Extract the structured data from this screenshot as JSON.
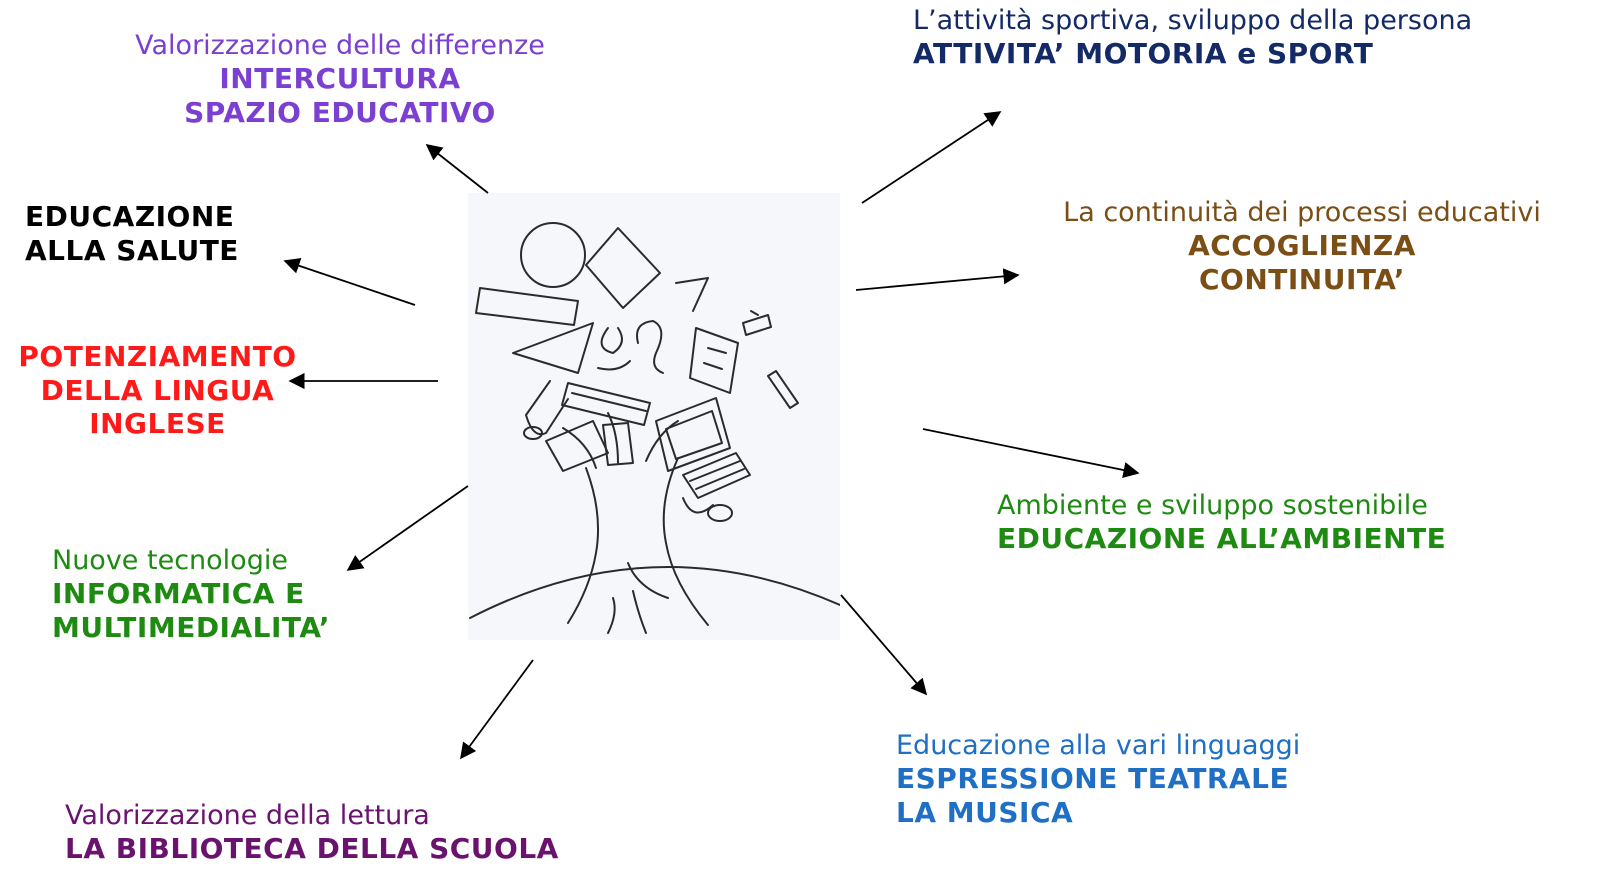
{
  "nodes": {
    "intercultura": {
      "subtitle": "Valorizzazione delle differenze",
      "lines": [
        "INTERCULTURA",
        "SPAZIO EDUCATIVO"
      ],
      "color": "#7b3fd1"
    },
    "salute": {
      "lines": [
        "EDUCAZIONE",
        "ALLA SALUTE"
      ],
      "color": "#000000"
    },
    "inglese": {
      "lines": [
        "POTENZIAMENTO",
        "DELLA LINGUA",
        "INGLESE"
      ],
      "color": "#ff1a1a"
    },
    "informatica": {
      "subtitle": "Nuove tecnologie",
      "lines": [
        "INFORMATICA E",
        "MULTIMEDIALITA’"
      ],
      "color": "#1e8a12"
    },
    "biblioteca": {
      "subtitle": "Valorizzazione della lettura",
      "lines": [
        "LA BIBLIOTECA DELLA SCUOLA"
      ],
      "color": "#6a136e"
    },
    "sport": {
      "subtitle": "L’attività sportiva, sviluppo della persona",
      "lines": [
        "ATTIVITA’  MOTORIA e SPORT"
      ],
      "color": "#142a66"
    },
    "continuita": {
      "subtitle": "La continuità dei processi educativi",
      "lines": [
        "ACCOGLIENZA",
        "CONTINUITA’"
      ],
      "color": "#7a4e14"
    },
    "ambiente": {
      "subtitle": "Ambiente e sviluppo sostenibile",
      "lines": [
        "EDUCAZIONE ALL’AMBIENTE"
      ],
      "color": "#1e8a12"
    },
    "musica": {
      "subtitle": "Educazione alla vari linguaggi",
      "lines": [
        "ESPRESSIONE TEATRALE",
        "LA MUSICA"
      ],
      "color": "#1f6fc4"
    }
  }
}
